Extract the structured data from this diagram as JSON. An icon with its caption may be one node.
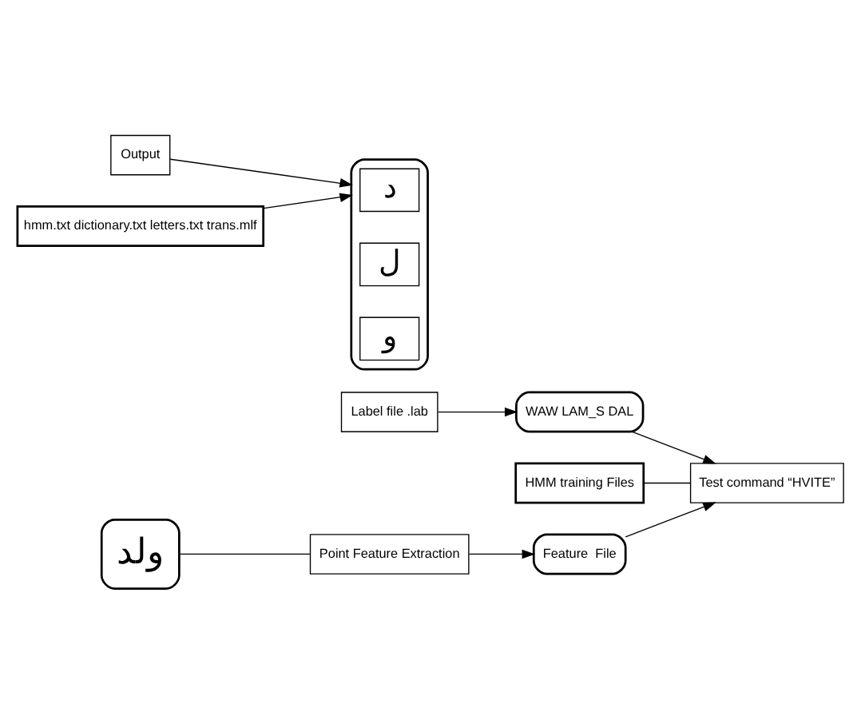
{
  "diagram": {
    "nodes": [
      {
        "text": [
          "Label file .lab"
        ]
      },
      {
        "text": [
          "WAW LAM_S DAL"
        ]
      },
      {
        "text": [
          "Output"
        ]
      },
      {
        "text": [
          "HMM training Files"
        ]
      },
      {
        "text": [
          "Test command “HVITE”"
        ]
      },
      {
        "text": [
          "ولد"
        ]
      },
      {
        "text": [
          "hmm.txt dictionary.txt letters.txt trans.mlf"
        ]
      },
      {
        "text": [],
        "shape": "box"
      },
      {
        "text": [
          "د"
        ],
        "in": 7
      },
      {
        "text": [
          "ل"
        ],
        "in": 7
      },
      {
        "text": [
          "و"
        ],
        "in": 7
      },
      {
        "text": [
          "Point Feature Extraction"
        ]
      },
      {
        "text": [
          "Feature  File"
        ]
      }
    ],
    "edges": [
      {
        "from": 0,
        "to": 1,
        "arrow": "to"
      },
      {
        "from": 1,
        "to": 4,
        "arrow": "to"
      },
      {
        "from": 2,
        "to": 7,
        "arrow": "to"
      },
      {
        "from": 3,
        "to": 4,
        "arrow": "none"
      },
      {
        "from": 6,
        "to": 7,
        "arrow": "to"
      },
      {
        "from": 5,
        "to": 11,
        "arrow": "none"
      },
      {
        "from": 11,
        "to": 12,
        "arrow": "to"
      },
      {
        "from": 12,
        "to": 4,
        "arrow": "to"
      }
    ]
  }
}
